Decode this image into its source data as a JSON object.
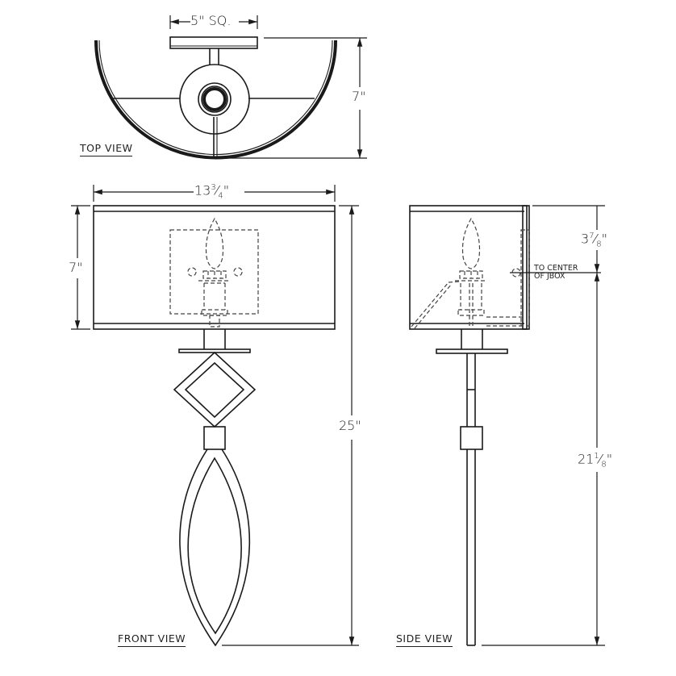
{
  "drawing": {
    "subject": "Wall sconce technical drawing",
    "views": {
      "top": "TOP VIEW",
      "front": "FRONT VIEW",
      "side": "SIDE VIEW"
    },
    "dimensions": {
      "backplate": "5\" SQ.",
      "top_depth": "7\"",
      "shade_width_whole": "13",
      "shade_width_num": "3",
      "shade_width_den": "4",
      "shade_height": "7\"",
      "overall_height": "25\"",
      "top_to_jbox_whole": "3",
      "top_to_jbox_num": "7",
      "top_to_jbox_den": "8",
      "jbox_to_bottom_whole": "21",
      "jbox_to_bottom_num": "1",
      "jbox_to_bottom_den": "8",
      "inch_mark": "\""
    },
    "notes": {
      "jbox_line1": "TO CENTER",
      "jbox_line2": "OF JBOX"
    },
    "colors": {
      "line": "#1a1a1a",
      "hidden_line": "#444444",
      "background": "#ffffff"
    }
  }
}
